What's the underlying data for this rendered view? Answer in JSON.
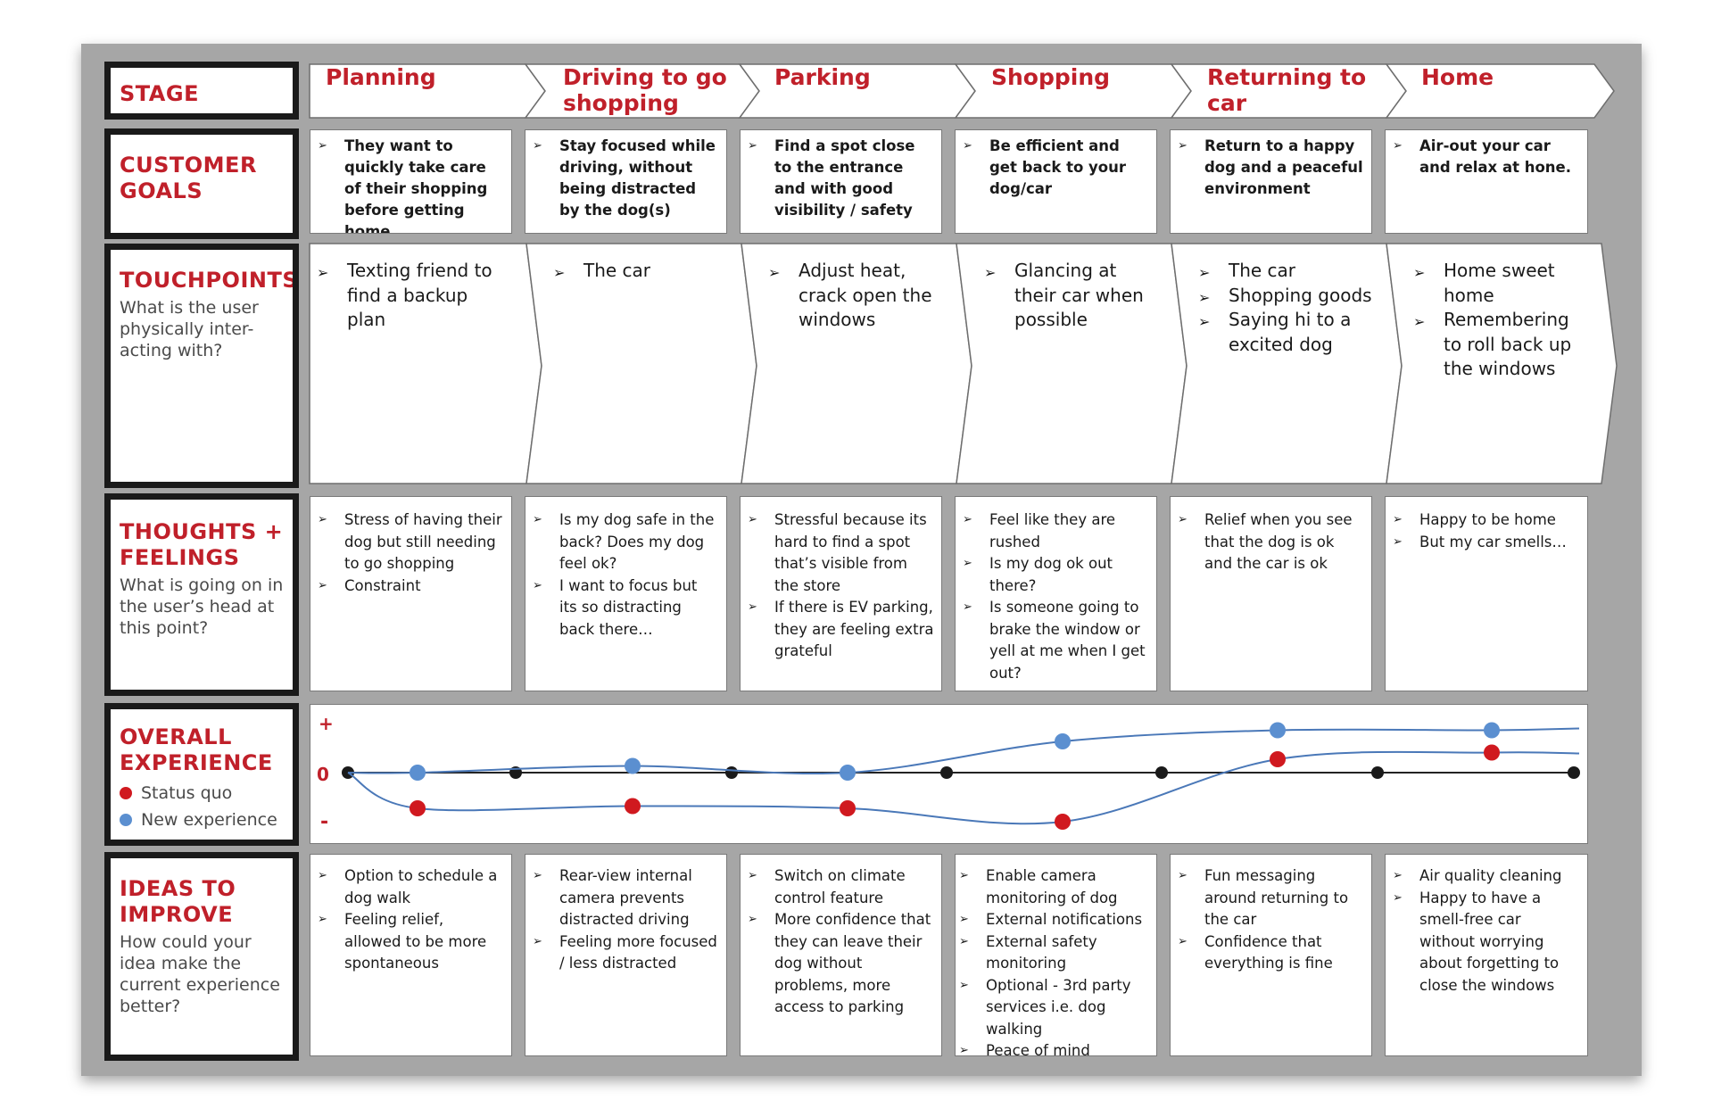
{
  "row_headers": {
    "stage": {
      "title": "STAGE"
    },
    "goals": {
      "title": "CUSTOMER GOALS"
    },
    "touchpoints": {
      "title": "TOUCHPOINTS",
      "subtitle": "What is the user physically inter-acting with?"
    },
    "thoughts": {
      "title": "THOUGHTS + FEELINGS",
      "subtitle": "What is going on in the user’s head at this point?"
    },
    "experience": {
      "title": "OVERALL EXPERIENCE",
      "legend": [
        {
          "label": "Status quo",
          "color": "#d0191f"
        },
        {
          "label": "New experience",
          "color": "#5b8fd0"
        }
      ]
    },
    "ideas": {
      "title": "IDEAS TO IMPROVE",
      "subtitle": "How could your idea make the current experience better?"
    }
  },
  "stages": [
    {
      "name": "Planning",
      "goals": [
        "They want to quickly take care of their shopping before getting home"
      ],
      "touchpoints": [
        "Texting friend to find a backup plan"
      ],
      "thoughts": [
        "Stress of having their dog but still needing to go shopping",
        "Constraint"
      ],
      "ideas": [
        "Option to schedule a dog walk",
        "Feeling relief, allowed to be more spontaneous"
      ]
    },
    {
      "name": "Driving to go shopping",
      "goals": [
        "Stay focused while driving, without being distracted by the dog(s)"
      ],
      "touchpoints": [
        "The car"
      ],
      "thoughts": [
        "Is my dog safe in the back? Does my dog feel ok?",
        "I want to focus but its so distracting back there…"
      ],
      "ideas": [
        "Rear-view internal camera prevents distracted driving",
        "Feeling more focused / less distracted"
      ]
    },
    {
      "name": "Parking",
      "goals": [
        "Find a spot close to the entrance and with good visibility / safety"
      ],
      "touchpoints": [
        "Adjust heat, crack open the windows"
      ],
      "thoughts": [
        "Stressful because its hard to find a spot that’s visible from the store",
        "If there is EV parking, they are feeling extra grateful"
      ],
      "ideas": [
        "Switch on climate control feature",
        "More confidence that they can leave their dog without problems, more access to parking"
      ]
    },
    {
      "name": "Shopping",
      "goals": [
        "Be efficient and get back to your dog/car"
      ],
      "touchpoints": [
        "Glancing at their car when possible"
      ],
      "thoughts": [
        "Feel like they are rushed",
        "Is my dog ok out there?",
        "Is someone going to brake the window or yell at me when I get out?"
      ],
      "ideas": [
        "Enable camera monitoring of dog",
        "External notifications",
        "External safety monitoring",
        "Optional - 3rd party services i.e. dog walking",
        "Peace of mind"
      ]
    },
    {
      "name": "Returning to car",
      "goals": [
        "Return to a happy dog and a peaceful environment"
      ],
      "touchpoints": [
        "The car",
        "Shopping goods",
        "Saying hi to a excited dog"
      ],
      "thoughts": [
        "Relief when you see that the dog is ok and the car is ok"
      ],
      "ideas": [
        "Fun messaging around returning to the car",
        "Confidence that everything is fine"
      ]
    },
    {
      "name": "Home",
      "goals": [
        "Air-out your car and relax at hone."
      ],
      "touchpoints": [
        "Home sweet home",
        "Remembering to roll back up the windows"
      ],
      "thoughts": [
        "Happy to be home",
        "But my car smells…"
      ],
      "ideas": [
        "Air quality cleaning",
        "Happy to have a smell-free car without worrying about forgetting to close the windows"
      ]
    }
  ],
  "experience_axis": {
    "plus": "+",
    "zero": "0",
    "minus": "-"
  },
  "chart_data": {
    "type": "line",
    "x": [
      "Planning",
      "Driving to go shopping",
      "Parking",
      "Shopping",
      "Returning to car",
      "Home"
    ],
    "ylim": [
      -1,
      1
    ],
    "series": [
      {
        "name": "Status quo",
        "color": "#d0191f",
        "values": [
          -0.8,
          -0.75,
          -0.8,
          -1.1,
          0.3,
          0.45
        ]
      },
      {
        "name": "New experience",
        "color": "#5b8fd0",
        "values": [
          0.0,
          0.15,
          0.0,
          0.7,
          0.95,
          0.95
        ]
      }
    ]
  }
}
